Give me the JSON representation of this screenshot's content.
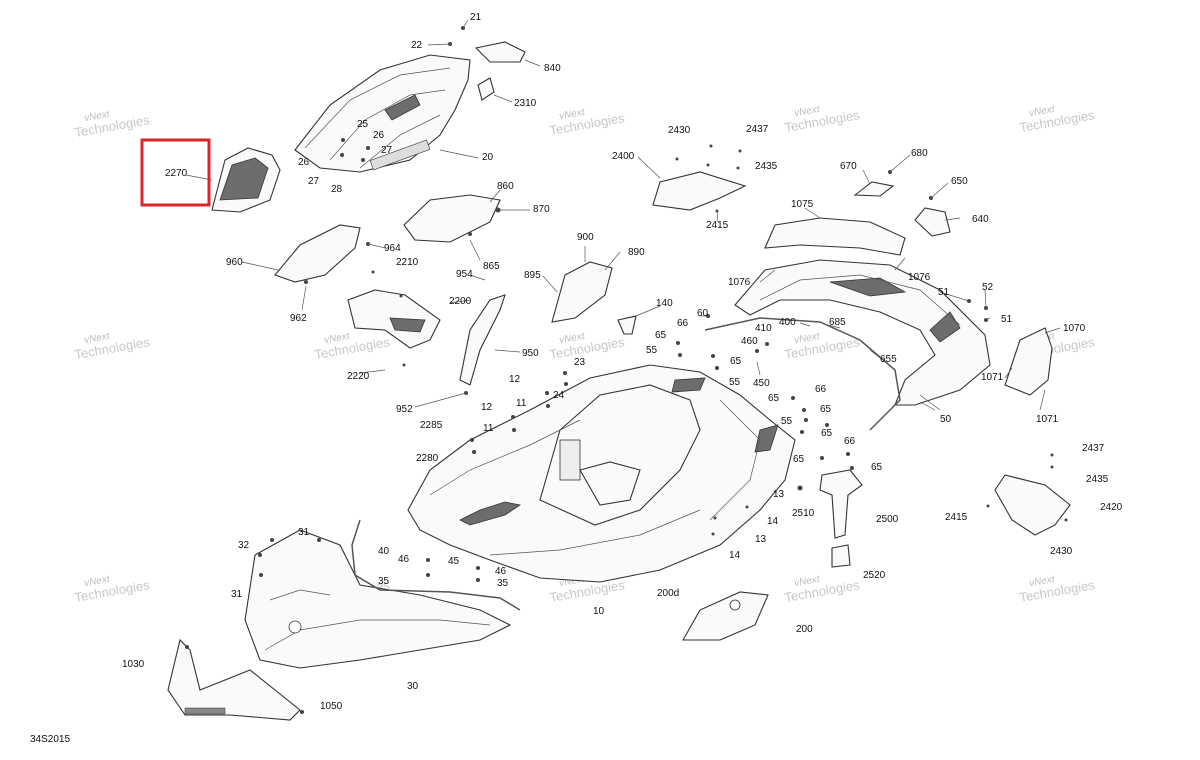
{
  "diagram": {
    "code": "34S2015",
    "highlighted_part": "2270",
    "highlight_color": "#d9262c",
    "watermark_lines": [
      "vNext",
      "Technologies"
    ],
    "labels": [
      "21",
      "22",
      "840",
      "2310",
      "20",
      "25",
      "26",
      "27",
      "26",
      "27",
      "28",
      "2270",
      "860",
      "870",
      "865",
      "964",
      "960",
      "962",
      "2210",
      "2200",
      "2220",
      "954",
      "950",
      "952",
      "895",
      "900",
      "890",
      "140",
      "2430",
      "2437",
      "2400",
      "2435",
      "2415",
      "670",
      "680",
      "650",
      "640",
      "1075",
      "1076",
      "1076",
      "52",
      "51",
      "51",
      "1070",
      "1071",
      "1071",
      "60",
      "66",
      "65",
      "55",
      "55",
      "65",
      "410",
      "460",
      "400",
      "685",
      "655",
      "450",
      "50",
      "23",
      "24",
      "12",
      "11",
      "12",
      "11",
      "2285",
      "2280",
      "66",
      "65",
      "65",
      "55",
      "65",
      "66",
      "65",
      "13",
      "14",
      "13",
      "14",
      "2510",
      "2500",
      "2520",
      "2437",
      "2435",
      "2420",
      "2415",
      "2430",
      "32",
      "31",
      "31",
      "40",
      "46",
      "45",
      "46",
      "35",
      "35",
      "10",
      "200d",
      "200",
      "30",
      "1030",
      "1050"
    ]
  }
}
